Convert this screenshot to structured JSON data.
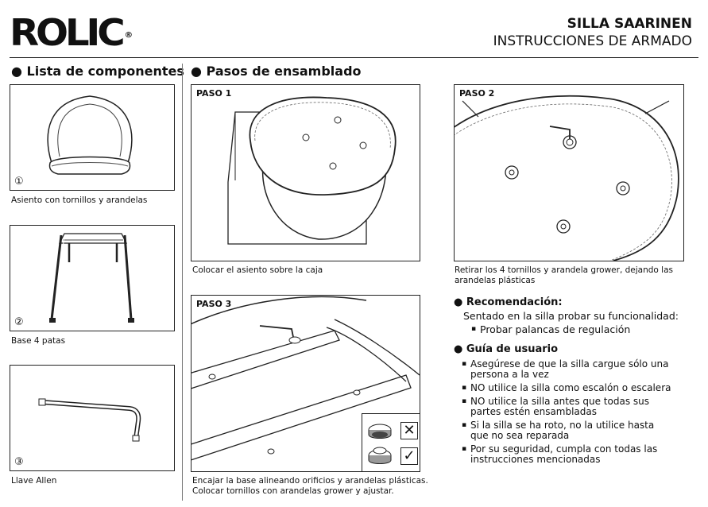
{
  "brand": {
    "logo": "ROLIC",
    "registered": "®"
  },
  "header": {
    "title": "SILLA SAARINEN",
    "subtitle": "INSTRUCCIONES DE ARMADO"
  },
  "components": {
    "heading": "● Lista de componentes",
    "items": [
      {
        "num": "①",
        "label": "Asiento con tornillos y arandelas"
      },
      {
        "num": "②",
        "label": "Base 4 patas"
      },
      {
        "num": "③",
        "label": "Llave Allen"
      }
    ]
  },
  "assembly": {
    "heading": "● Pasos de ensamblado",
    "steps": [
      {
        "label": "PASO 1",
        "caption": "Colocar el asiento sobre la caja"
      },
      {
        "label": "PASO 2",
        "caption": "Retirar los 4 tornillos y arandela grower, dejando las arandelas plásticas"
      },
      {
        "label": "PASO 3",
        "caption_line1": "Encajar la base alineando orificios y arandelas plásticas.",
        "caption_line2": "Colocar tornillos con arandelas grower y ajustar."
      }
    ]
  },
  "recommendation": {
    "heading": "● Recomendación:",
    "text": "Sentado en la silla probar su funcionalidad:",
    "bullet": "Probar palancas de regulación"
  },
  "guide": {
    "heading": "● Guía de usuario",
    "items": [
      "Asegúrese de que la silla cargue sólo una persona a la vez",
      "NO utilice la silla como escalón o escalera",
      "NO utilice la silla antes que todas sus partes estén ensambladas",
      "Si la silla se ha roto, no la utilice hasta que no sea reparada",
      "Por su seguridad, cumpla con todas las instrucciones mencionadas"
    ]
  }
}
